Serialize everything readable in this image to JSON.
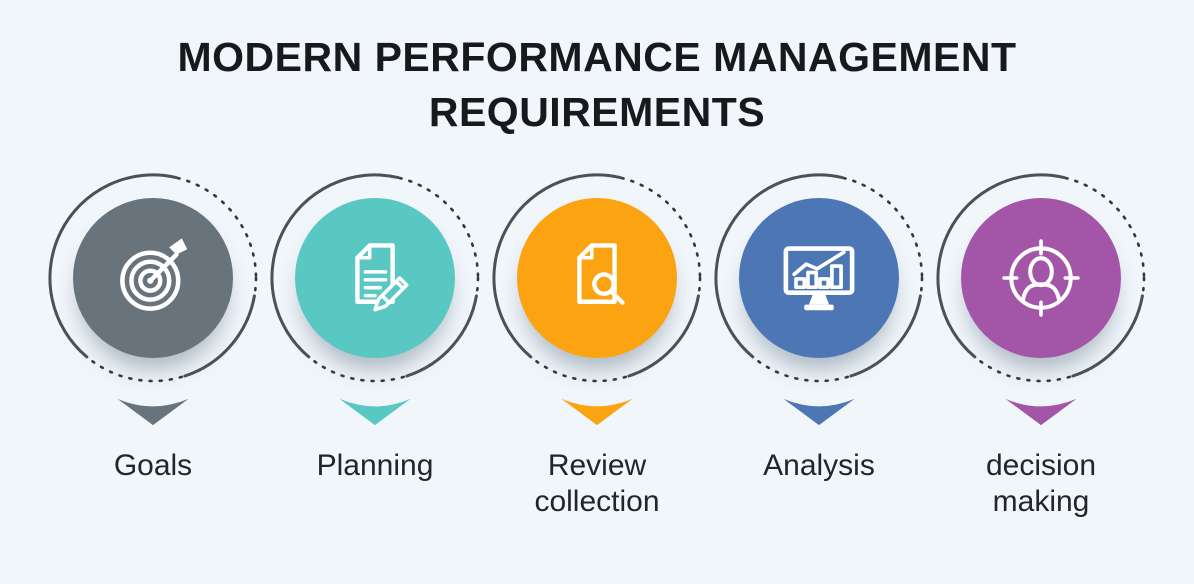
{
  "background_color": "#f1f6fb",
  "title": {
    "text": "MODERN PERFORMANCE MANAGEMENT REQUIREMENTS",
    "color": "#17191d"
  },
  "ring": {
    "dot_color": "#33383d",
    "solid_color": "#4b5156"
  },
  "label_color": "#22262b",
  "items": [
    {
      "label": "Goals",
      "color": "#68737b",
      "icon": "target-dart-icon"
    },
    {
      "label": "Planning",
      "color": "#5ac8c2",
      "icon": "document-pencil-icon"
    },
    {
      "label": "Review collection",
      "color": "#fba311",
      "icon": "document-search-icon"
    },
    {
      "label": "Analysis",
      "color": "#4d76b4",
      "icon": "monitor-chart-icon"
    },
    {
      "label": "decision making",
      "color": "#a356a7",
      "icon": "person-target-icon"
    }
  ]
}
